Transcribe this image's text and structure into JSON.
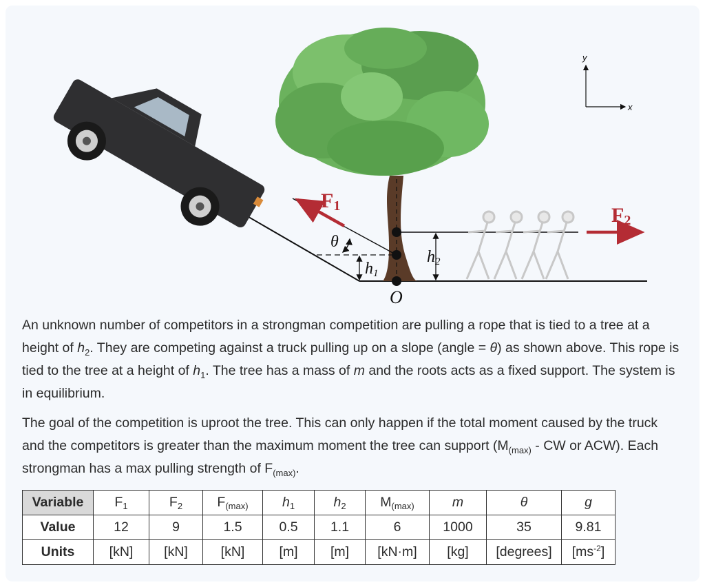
{
  "diagram": {
    "force1": {
      "letter": "F",
      "sub": "1"
    },
    "force2": {
      "letter": "F",
      "sub": "2"
    },
    "angle_label": "θ",
    "h1": {
      "letter": "h",
      "sub": "1"
    },
    "h2": {
      "letter": "h",
      "sub": "2"
    },
    "origin_label": "O",
    "axis_x": "x",
    "axis_y": "y",
    "colors": {
      "force": "#b42c34",
      "ground": "#111111",
      "trunk": "#5a3b28",
      "foliage": "#5fa552",
      "truck": "#2f2f31"
    }
  },
  "paragraph1": {
    "t1": "An unknown number of competitors in a strongman competition are pulling a rope that is tied to a tree at a height of ",
    "v1": "h",
    "v1s": "2",
    "t2": ". They are competing against a truck pulling up on a slope (angle = ",
    "v2": "θ",
    "t3": ") as shown above. This rope is tied to the tree at a height of ",
    "v3": "h",
    "v3s": "1",
    "t4": ". The tree has a mass of ",
    "v4": "m",
    "t5": " and the roots acts as a fixed support. The system is in equilibrium."
  },
  "paragraph2": {
    "t1": "The goal of the competition is uproot the tree. This can only happen if the total moment caused by the truck and the competitors is greater than the maximum moment the tree can support (M",
    "s1": "(max)",
    "t2": " - CW or ACW). Each strongman has a max pulling strength of F",
    "s2": "(max)",
    "t3": "."
  },
  "table": {
    "row_labels": {
      "variable": "Variable",
      "value": "Value",
      "units": "Units"
    },
    "headers": [
      {
        "base": "F",
        "sub": "1",
        "italic": false
      },
      {
        "base": "F",
        "sub": "2",
        "italic": false
      },
      {
        "base": "F",
        "sub": "(max)",
        "italic": false
      },
      {
        "base": "h",
        "sub": "1",
        "italic": true
      },
      {
        "base": "h",
        "sub": "2",
        "italic": true
      },
      {
        "base": "M",
        "sub": "(max)",
        "italic": false
      },
      {
        "base": "m",
        "sub": "",
        "italic": true
      },
      {
        "base": "θ",
        "sub": "",
        "italic": true
      },
      {
        "base": "g",
        "sub": "",
        "italic": true
      }
    ],
    "values": [
      "12",
      "9",
      "1.5",
      "0.5",
      "1.1",
      "6",
      "1000",
      "35",
      "9.81"
    ],
    "units": [
      {
        "base": "[kN]",
        "sup": ""
      },
      {
        "base": "[kN]",
        "sup": ""
      },
      {
        "base": "[kN]",
        "sup": ""
      },
      {
        "base": "[m]",
        "sup": ""
      },
      {
        "base": "[m]",
        "sup": ""
      },
      {
        "base": "[kN·m]",
        "sup": ""
      },
      {
        "base": "[kg]",
        "sup": ""
      },
      {
        "base": "[degrees]",
        "sup": ""
      },
      {
        "base": "[ms",
        "sup": "-2",
        "close": "]"
      }
    ],
    "col_widths": []
  }
}
